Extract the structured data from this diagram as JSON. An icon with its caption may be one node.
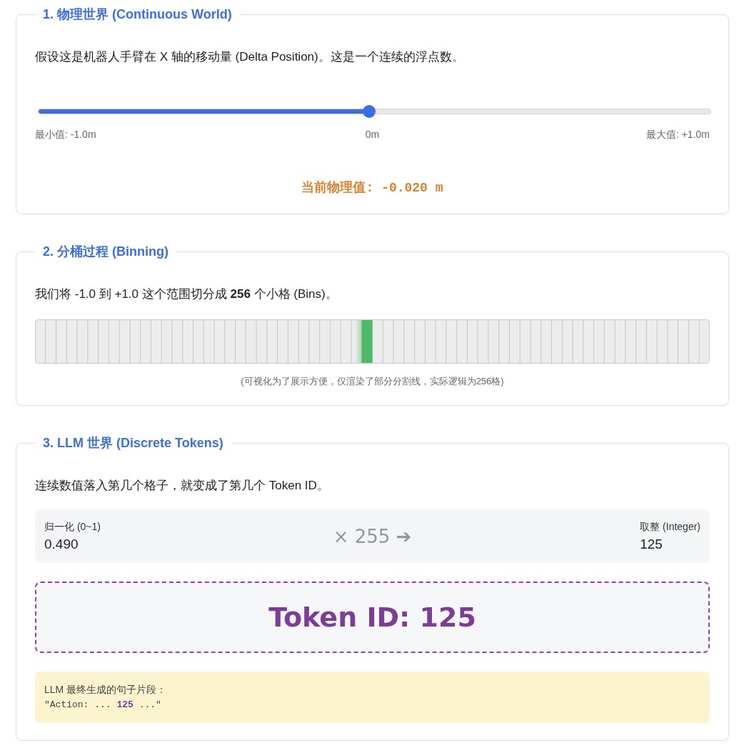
{
  "diagram": {
    "nodes": [
      {
        "text": [
          "1. 物理世界 (Continuous World)",
          "假设这是机器人手臂在 X 轴的移动量 (Delta Position)。这是一个连续的浮点数。",
          "当前物理值: -0.020 m"
        ]
      },
      {
        "text": [
          "2. 分桶过程 (Binning)",
          "我们将 -1.0 到 +1.0 这个范围切分成 **256** 个小格 (Bins)。",
          "(可视化为了展示方便，仅渲染了部分分割线，实际逻辑为256格)"
        ]
      },
      {
        "text": [
          "3. LLM 世界 (Discrete Tokens)",
          "连续数值落入第几个格子，就变成了第几个 Token ID。"
        ]
      },
      {
        "text": [
          "归一化 (0~1)",
          "0.490",
          "× 255 ➔",
          "取整 (Integer)",
          "125"
        ],
        "in": 2
      },
      {
        "text": [
          "Token ID: 125"
        ],
        "in": 2
      },
      {
        "text": [
          "LLM 最终生成的句子片段：",
          "\"Action: ... **125** ...\""
        ],
        "in": 2
      }
    ],
    "labels": [
      "最小值: -1.0m",
      "0m",
      "最大值: +1.0m"
    ]
  }
}
